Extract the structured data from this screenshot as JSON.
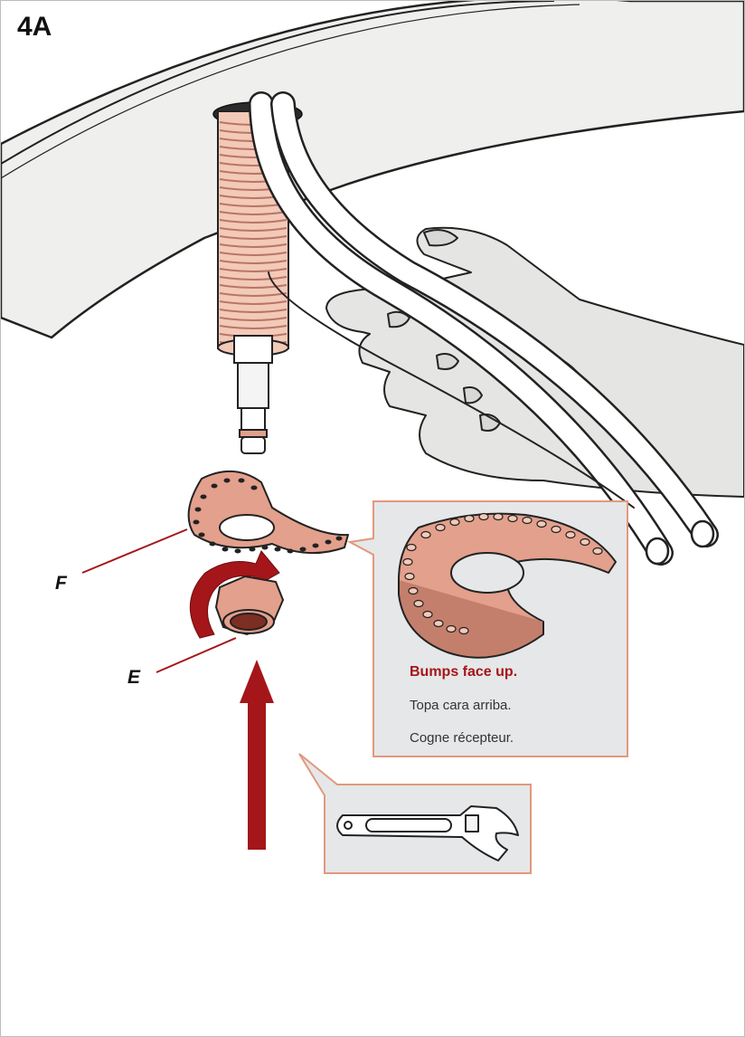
{
  "step_label": "4A",
  "part_labels": {
    "wrench_spacer": "F",
    "nut": "E"
  },
  "callout": {
    "caption_en": "Bumps face up.",
    "caption_es": "Topa cara arriba.",
    "caption_fr": "Cogne récepteur."
  },
  "colors": {
    "accent": "#a4161a",
    "copper": "#e3a08c",
    "copper_light": "#f3c9b8",
    "callout_bg": "#e6e7e8",
    "callout_border": "#e2987f",
    "hand": "#e5e5e3"
  }
}
